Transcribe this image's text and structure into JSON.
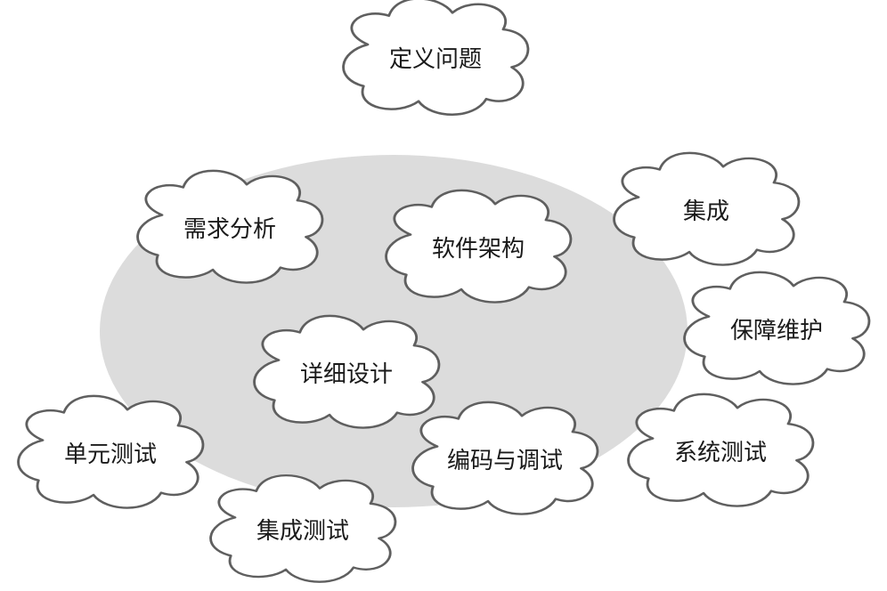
{
  "diagram": {
    "background": "#ffffff",
    "ellipse_fill": "#dcdcdc",
    "cloud_fill": "#ffffff",
    "cloud_stroke": "#5f5f5f",
    "text_color": "#1a1a1a",
    "nodes": {
      "define_problem": "定义问题",
      "requirements_analysis": "需求分析",
      "software_architecture": "软件架构",
      "integration": "集成",
      "maintenance": "保障维护",
      "detailed_design": "详细设计",
      "unit_testing": "单元测试",
      "coding_debugging": "编码与调试",
      "system_testing": "系统测试",
      "integration_testing": "集成测试"
    }
  }
}
